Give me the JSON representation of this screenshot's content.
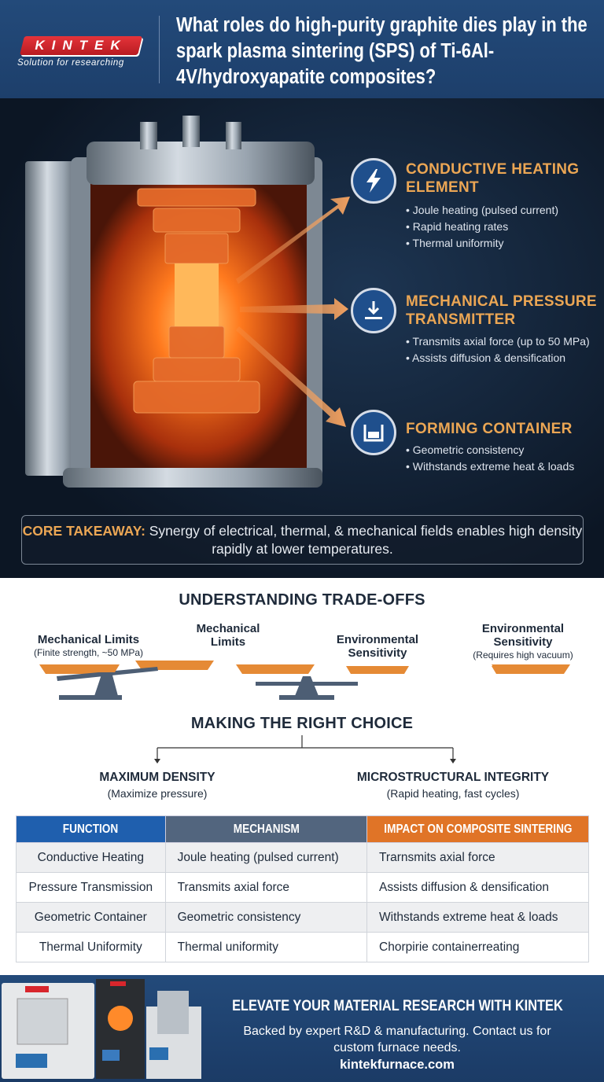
{
  "header": {
    "logo_text": "KINTEK",
    "logo_tagline": "Solution for researching",
    "title": "What roles do high-purity graphite dies play in the spark plasma sintering (SPS) of Ti-6Al-4V/hydroxyapatite composites?"
  },
  "roles": [
    {
      "icon": "lightning-bolt-icon",
      "title_l1": "CONDUCTIVE HEATING",
      "title_l2": "ELEMENT",
      "bullets": [
        "• Joule heating (pulsed current)",
        "• Rapid heating rates",
        "• Thermal uniformity"
      ]
    },
    {
      "icon": "pressure-down-arrow-icon",
      "title_l1": "MECHANICAL PRESSURE",
      "title_l2": "TRANSMITTER",
      "bullets": [
        "• Transmits axial force (up to 50 MPa)",
        "• Assists diffusion & densification"
      ]
    },
    {
      "icon": "container-icon",
      "title_l1": "FORMING CONTAINER",
      "bullets": [
        "• Geometric consistency",
        "• Withstands extreme heat & loads"
      ]
    }
  ],
  "takeaway": {
    "label": "CORE TAKEAWAY:",
    "text": " Synergy of electrical, thermal, & mechanical fields enables high density rapidly at lower temperatures."
  },
  "tradeoffs": {
    "title": "UNDERSTANDING TRADE-OFFS",
    "left_scale": {
      "left_label": "Mechanical Limits",
      "left_sub": "(Finite strength, ~50 MPa)",
      "right_label_l1": "Mechanical",
      "right_label_l2": "Limits"
    },
    "right_scale": {
      "left_label_l1": "Environmental",
      "left_label_l2": "Sensitivity",
      "right_label_l1": "Environmental",
      "right_label_l2": "Sensitivity",
      "right_sub": "(Requires high vacuum)"
    }
  },
  "choice": {
    "title": "MAKING THE RIGHT CHOICE",
    "options": [
      {
        "label": "MAXIMUM DENSITY",
        "sub": "(Maximize pressure)"
      },
      {
        "label": "MICROSTRUCTURAL INTEGRITY",
        "sub": "(Rapid heating, fast cycles)"
      }
    ]
  },
  "table": {
    "headers": [
      "FUNCTION",
      "MECHANISM",
      "IMPACT ON COMPOSITE SINTERING"
    ],
    "header_colors": [
      "#1f5fae",
      "#52657e",
      "#e07427"
    ],
    "rows": [
      [
        "Conductive Heating",
        "Joule heating (pulsed current)",
        "Trarnsmits axial force"
      ],
      [
        "Pressure Transmission",
        "Transmits axial force",
        "Assists diffusion & densification"
      ],
      [
        "Geometric Container",
        "Geometric consistency",
        "Withstands extreme heat & loads"
      ],
      [
        "Thermal Uniformity",
        "Thermal uniformity",
        "Chorpirie containerreating"
      ]
    ]
  },
  "footer": {
    "title": "ELEVATE YOUR MATERIAL RESEARCH WITH KINTEK",
    "text_l1": "Backed by expert R&D & manufacturing. Contact us for",
    "text_l2": "custom furnace needs.",
    "url": "kintekfurnace.com"
  },
  "colors": {
    "accent_orange": "#eba654",
    "header_blue": "#234a7a",
    "dark_bg": "#0c1624"
  }
}
